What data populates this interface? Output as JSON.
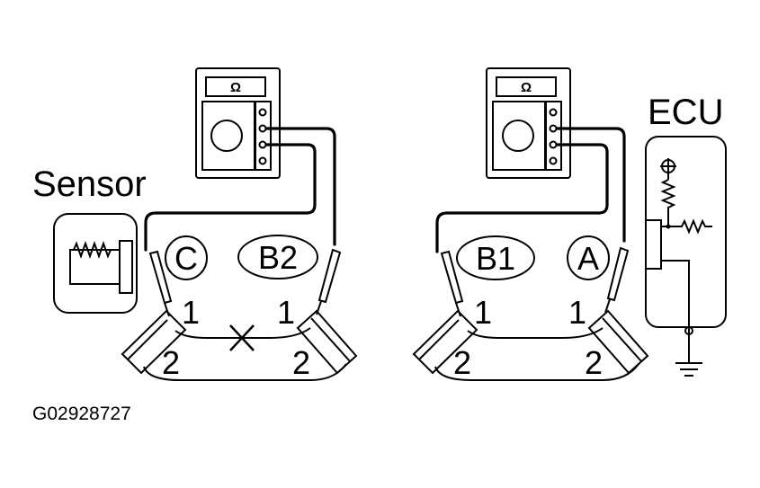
{
  "labels": {
    "sensor": "Sensor",
    "ecu": "ECU",
    "figure_code": "G02928727"
  },
  "meters": {
    "left": {
      "unit": "Ω"
    },
    "right": {
      "unit": "Ω"
    }
  },
  "circuits": {
    "left": {
      "terminal_left": "C",
      "terminal_right": "B2",
      "pin_top_left": "1",
      "pin_top_right": "1",
      "pin_bottom_left": "2",
      "pin_bottom_right": "2"
    },
    "right": {
      "terminal_left": "B1",
      "terminal_right": "A",
      "pin_top_left": "1",
      "pin_top_right": "1",
      "pin_bottom_left": "2",
      "pin_bottom_right": "2"
    }
  },
  "icons": [
    "ohmmeter-icon",
    "sensor-icon",
    "ecu-icon",
    "ground-icon",
    "break-mark-icon"
  ]
}
